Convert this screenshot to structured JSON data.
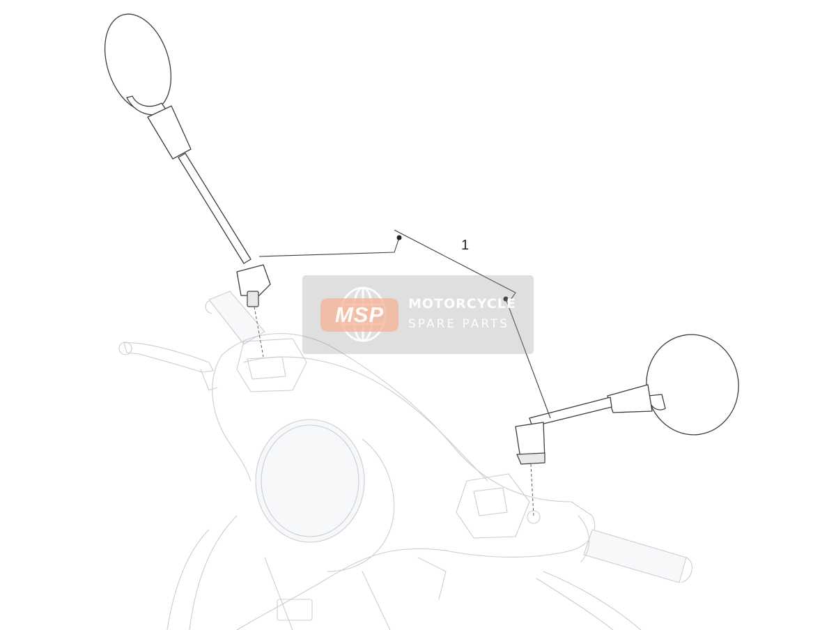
{
  "callout": {
    "number": "1"
  },
  "watermark": {
    "badge": "MSP",
    "line1": "MOTORCYCLE",
    "line2": "SPARE PARTS"
  },
  "colors": {
    "outline": "#3b3b3b",
    "ghost_outline": "#c9cdd3",
    "watermark_bg": "#969696",
    "badge": "#f5b296"
  }
}
